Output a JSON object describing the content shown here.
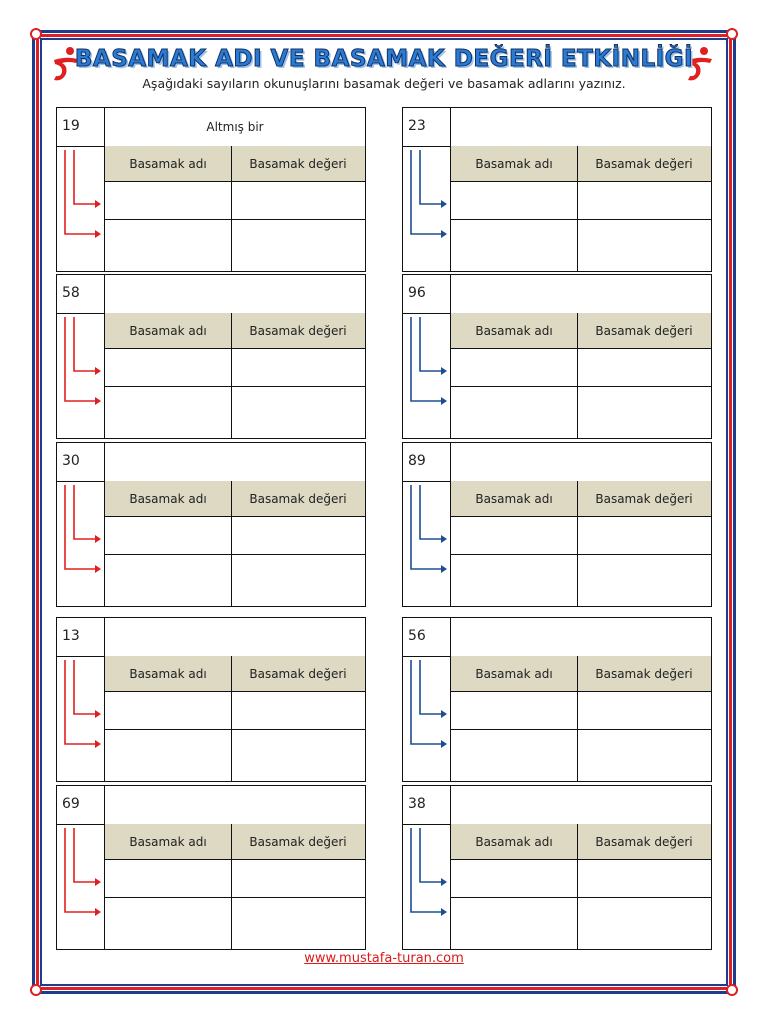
{
  "title": "BASAMAK ADI VE BASAMAK DEĞERİ ETKİNLİĞİ",
  "subtitle": "Aşağıdaki sayıların okunuşlarını basamak değeri ve basamak adlarını yazınız.",
  "header_labels": {
    "name": "Basamak adı",
    "value": "Basamak değeri"
  },
  "cards": [
    {
      "number": "19",
      "reading": "Altmış bir",
      "arrow_color": "#e02020"
    },
    {
      "number": "23",
      "reading": "",
      "arrow_color": "#1d4e91"
    },
    {
      "number": "58",
      "reading": "",
      "arrow_color": "#e02020"
    },
    {
      "number": "96",
      "reading": "",
      "arrow_color": "#1d4e91"
    },
    {
      "number": "30",
      "reading": "",
      "arrow_color": "#e02020"
    },
    {
      "number": "89",
      "reading": "",
      "arrow_color": "#1d4e91"
    },
    {
      "number": "13",
      "reading": "",
      "arrow_color": "#e02020"
    },
    {
      "number": "56",
      "reading": "",
      "arrow_color": "#1d4e91"
    },
    {
      "number": "69",
      "reading": "",
      "arrow_color": "#e02020"
    },
    {
      "number": "38",
      "reading": "",
      "arrow_color": "#1d4e91"
    }
  ],
  "footer": "www.mustafa-turan.com",
  "colors": {
    "frame_blue": "#1d3b8f",
    "frame_red": "#e02020",
    "header_fill": "#ddd9c3",
    "title_blue": "#2a7bd6"
  },
  "icons": [
    "logo-left-icon",
    "logo-right-icon"
  ]
}
